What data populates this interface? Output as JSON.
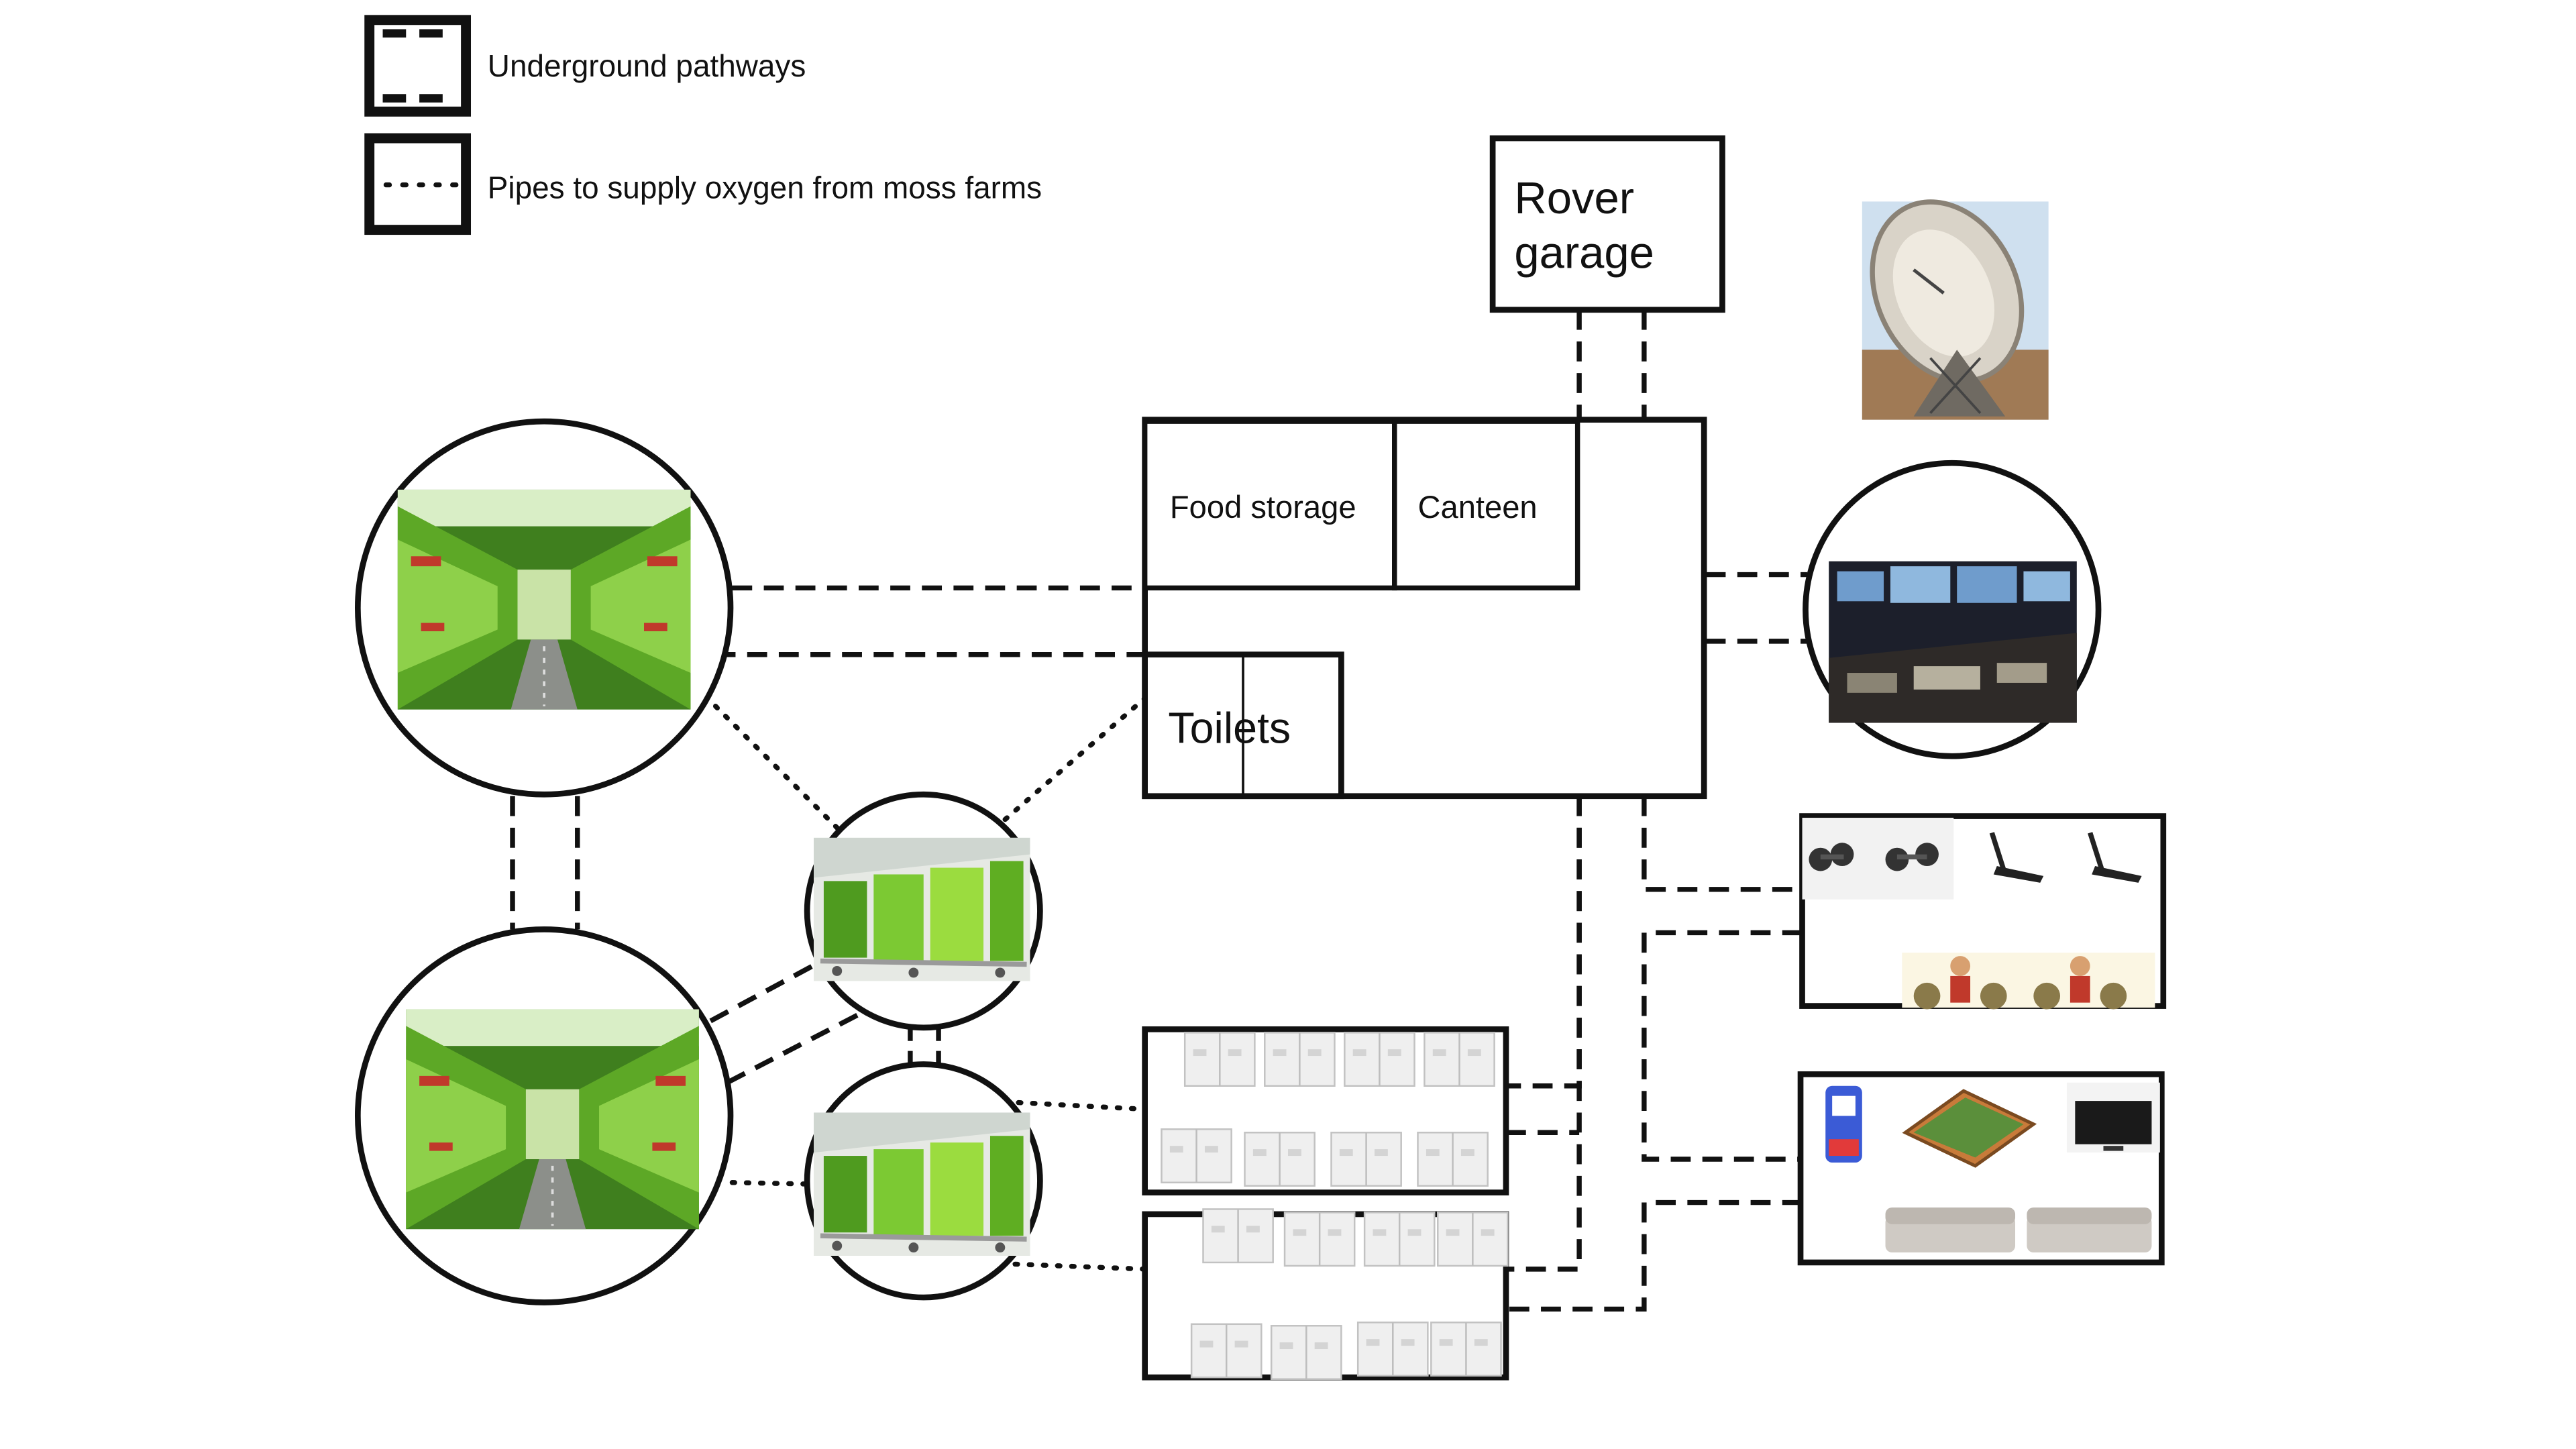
{
  "legend": {
    "pathways_label": "Underground pathways",
    "pipes_label": "Pipes to supply oxygen from moss farms"
  },
  "rooms": {
    "rover_garage_line1": "Rover",
    "rover_garage_line2": "garage",
    "food_storage": "Food storage",
    "canteen": "Canteen",
    "toilets": "Toilets"
  },
  "colors": {
    "line": "#111111",
    "plant_green": "#6fbf2a",
    "plant_light": "#b8e36a",
    "dark_control_room": "#1c1f2b",
    "screen_blue": "#6f9ccc",
    "equipment_orange": "#c87b3a",
    "sofa_grey": "#cfcac4",
    "bed_grey": "#e4e4e4"
  },
  "icons": [
    "moss-farm-photo",
    "vertical-farm-rack-photo",
    "radio-telescope-photo",
    "control-room-photo",
    "dumbbell-icon",
    "treadmill-icon",
    "weightlifter-icon",
    "arcade-machine-icon",
    "foosball-table-icon",
    "tv-icon",
    "sofa-icon",
    "bunk-bed-icon"
  ]
}
